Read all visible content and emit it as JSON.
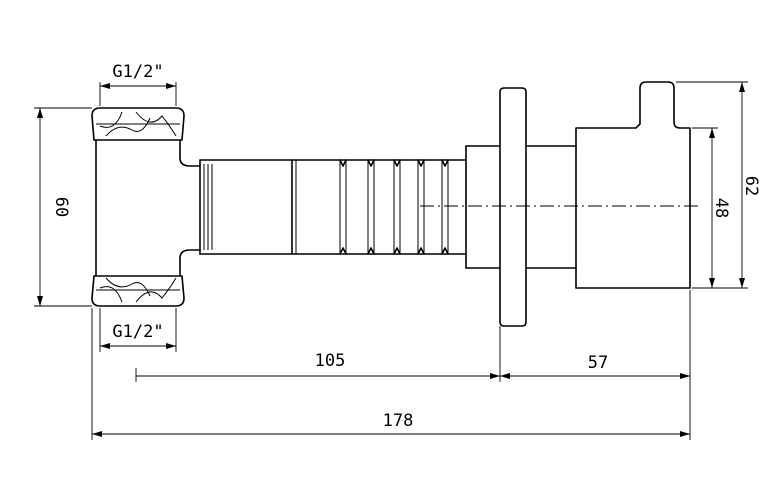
{
  "drawing": {
    "thread_top": "G1/2\"",
    "thread_bottom": "G1/2\"",
    "height_left": "60",
    "depth_105": "105",
    "depth_57": "57",
    "total_length": "178",
    "handle_height_48": "48",
    "handle_height_62": "62"
  }
}
